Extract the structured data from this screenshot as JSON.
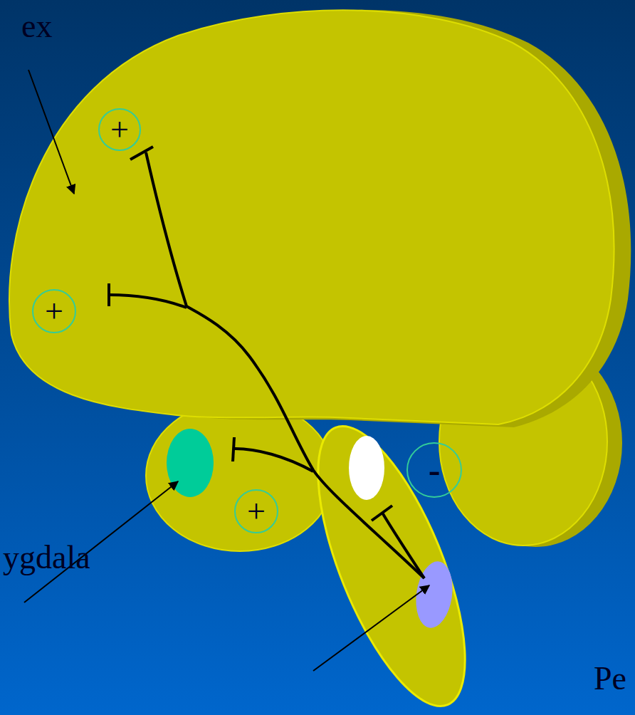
{
  "diagram": {
    "labels": [
      "ex",
      "+",
      "+",
      "-",
      "+",
      "ygdala",
      "Pe"
    ]
  }
}
